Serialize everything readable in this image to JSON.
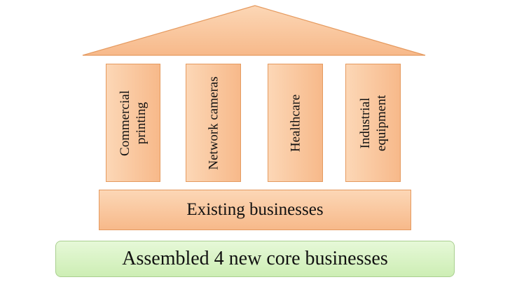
{
  "pillars": [
    {
      "label": "Commercial\nprinting"
    },
    {
      "label": "Network cameras"
    },
    {
      "label": "Healthcare"
    },
    {
      "label": "Industrial\nequipment"
    }
  ],
  "base": {
    "label": "Existing businesses"
  },
  "foundation": {
    "label": "Assembled 4 new core businesses"
  },
  "colors": {
    "pillar_fill": "#f7b98a",
    "pillar_border": "#e59a5f",
    "foundation_fill": "#cdeeb4",
    "foundation_border": "#a9cf8f"
  }
}
